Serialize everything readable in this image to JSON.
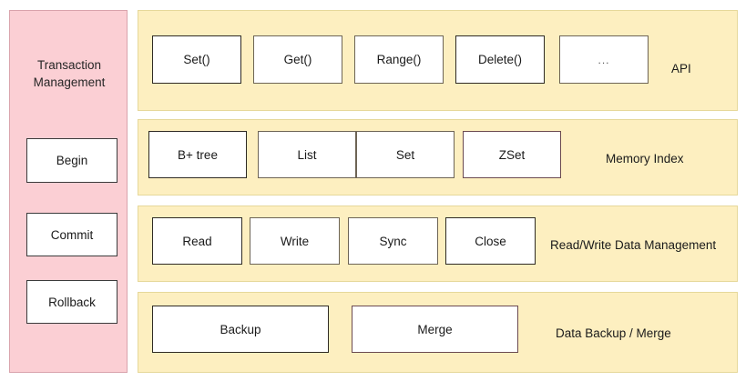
{
  "colors": {
    "transaction_panel": "#fbcfd4",
    "transaction_border": "#d9a3ac",
    "layer_panel": "#fdefc0",
    "layer_border": "#e6d89a",
    "cell_fill": "#ffffff",
    "cell_border": "#6d6455",
    "text": "#1a1a1a"
  },
  "transaction": {
    "title": "Transaction\nManagement",
    "title_line1": "Transaction",
    "title_line2": "Management",
    "items": [
      {
        "label": "Begin"
      },
      {
        "label": "Commit"
      },
      {
        "label": "Rollback"
      }
    ]
  },
  "layers": [
    {
      "id": "api",
      "label": "API",
      "cells": [
        {
          "label": "Set()"
        },
        {
          "label": "Get()"
        },
        {
          "label": "Range()"
        },
        {
          "label": "Delete()"
        },
        {
          "label": "..."
        }
      ]
    },
    {
      "id": "memory",
      "label": "Memory Index",
      "cells": [
        {
          "label": "B+ tree"
        },
        {
          "label": "List"
        },
        {
          "label": "Set"
        },
        {
          "label": "ZSet"
        }
      ]
    },
    {
      "id": "rw",
      "label": "Read/Write Data Management",
      "cells": [
        {
          "label": "Read"
        },
        {
          "label": "Write"
        },
        {
          "label": "Sync"
        },
        {
          "label": "Close"
        }
      ]
    },
    {
      "id": "backup",
      "label": "Data Backup /  Merge",
      "cells": [
        {
          "label": "Backup"
        },
        {
          "label": "Merge"
        }
      ]
    }
  ]
}
